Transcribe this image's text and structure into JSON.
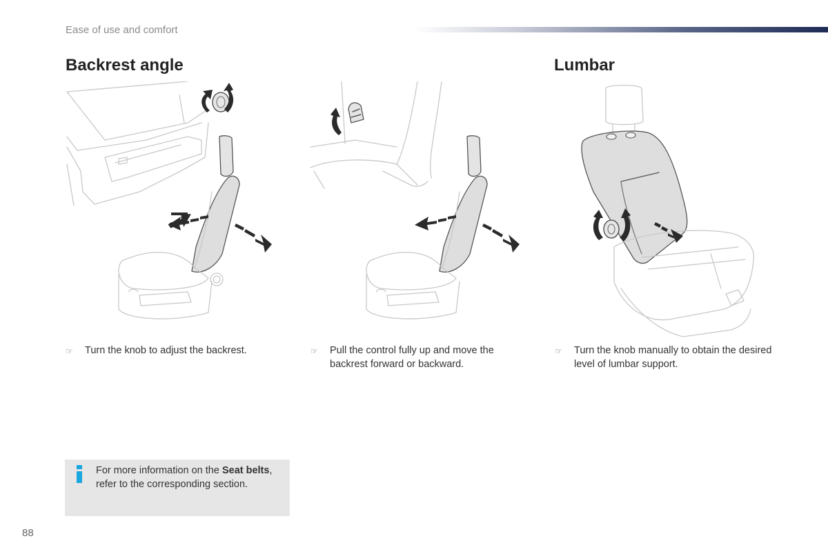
{
  "header": {
    "section_label": "Ease of use and comfort"
  },
  "sections": [
    {
      "title": "Backrest angle"
    },
    {
      "title": "Lumbar"
    }
  ],
  "steps": [
    {
      "bullet_icon": "pointing-hand-icon",
      "text": "Turn the knob to adjust the backrest."
    },
    {
      "bullet_icon": "pointing-hand-icon",
      "text": "Pull the control fully up and move the backrest forward or backward."
    },
    {
      "bullet_icon": "pointing-hand-icon",
      "text": "Turn the knob manually to obtain the desired level of lumbar support."
    }
  ],
  "info_box": {
    "icon": "info-icon",
    "text_before": "For more information on the ",
    "text_bold": "Seat belts",
    "text_after": ", refer to the corresponding section."
  },
  "page_number": "88",
  "colors": {
    "info_accent": "#1aa7e0",
    "header_bar_dark": "#1d2b55",
    "info_background": "#e6e6e6"
  }
}
